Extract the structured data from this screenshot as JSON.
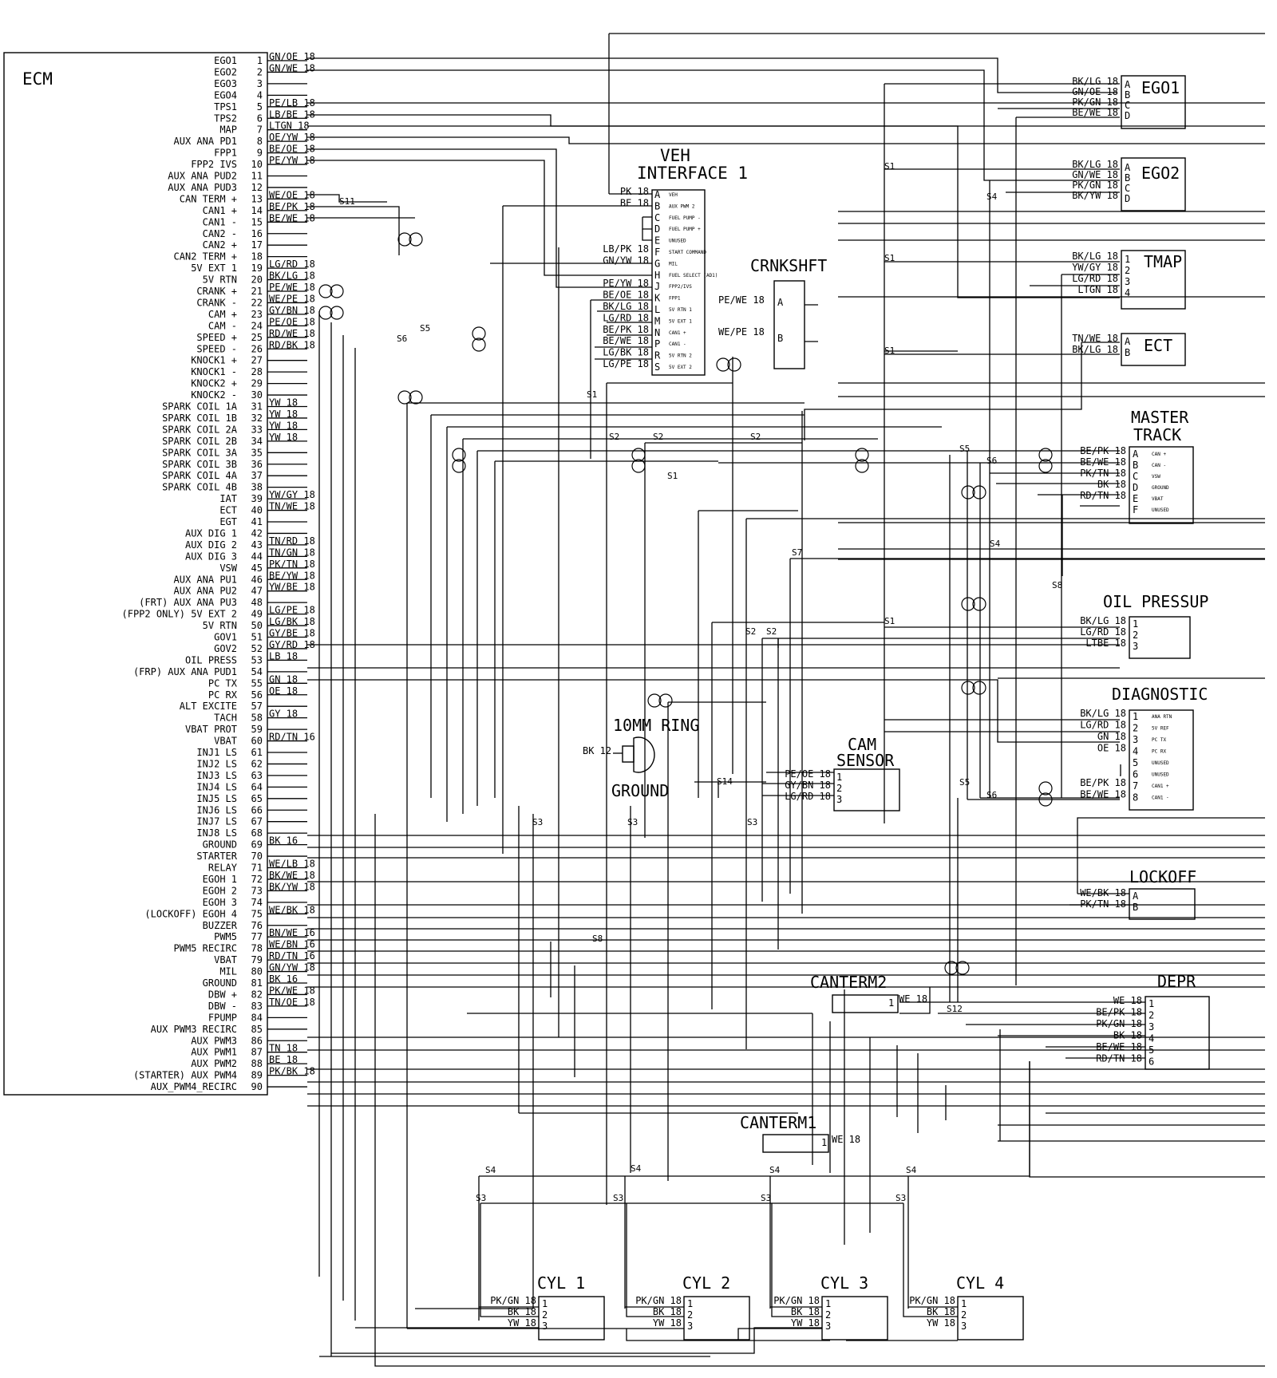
{
  "ecm": {
    "title": "ECM",
    "pins": [
      {
        "n": "1",
        "name": "EGO1",
        "wire": "GN/OE 18"
      },
      {
        "n": "2",
        "name": "EGO2",
        "wire": "GN/WE 18"
      },
      {
        "n": "3",
        "name": "EGO3",
        "wire": ""
      },
      {
        "n": "4",
        "name": "EGO4",
        "wire": ""
      },
      {
        "n": "5",
        "name": "TPS1",
        "wire": "PE/LB 18"
      },
      {
        "n": "6",
        "name": "TPS2",
        "wire": "LB/BE 18"
      },
      {
        "n": "7",
        "name": "MAP",
        "wire": "LTGN 18"
      },
      {
        "n": "8",
        "name": "AUX ANA PD1",
        "wire": "OE/YW 18"
      },
      {
        "n": "9",
        "name": "FPP1",
        "wire": "BE/OE 18"
      },
      {
        "n": "10",
        "name": "FPP2 IVS",
        "wire": "PE/YW 18"
      },
      {
        "n": "11",
        "name": "AUX ANA PUD2",
        "wire": ""
      },
      {
        "n": "12",
        "name": "AUX ANA PUD3",
        "wire": ""
      },
      {
        "n": "13",
        "name": "CAN TERM +",
        "wire": "WE/OE 18"
      },
      {
        "n": "14",
        "name": "CAN1 +",
        "wire": "BE/PK 18"
      },
      {
        "n": "15",
        "name": "CAN1 -",
        "wire": "BE/WE 18"
      },
      {
        "n": "16",
        "name": "CAN2 -",
        "wire": ""
      },
      {
        "n": "17",
        "name": "CAN2 +",
        "wire": ""
      },
      {
        "n": "18",
        "name": "CAN2 TERM +",
        "wire": ""
      },
      {
        "n": "19",
        "name": "5V EXT 1",
        "wire": "LG/RD 18"
      },
      {
        "n": "20",
        "name": "5V RTN",
        "wire": "BK/LG 18"
      },
      {
        "n": "21",
        "name": "CRANK +",
        "wire": "PE/WE 18"
      },
      {
        "n": "22",
        "name": "CRANK -",
        "wire": "WE/PE 18"
      },
      {
        "n": "23",
        "name": "CAM +",
        "wire": "GY/BN 18"
      },
      {
        "n": "24",
        "name": "CAM -",
        "wire": "PE/OE 18"
      },
      {
        "n": "25",
        "name": "SPEED +",
        "wire": "RD/WE 18"
      },
      {
        "n": "26",
        "name": "SPEED -",
        "wire": "RD/BK 18"
      },
      {
        "n": "27",
        "name": "KNOCK1 +",
        "wire": ""
      },
      {
        "n": "28",
        "name": "KNOCK1 -",
        "wire": ""
      },
      {
        "n": "29",
        "name": "KNOCK2 +",
        "wire": ""
      },
      {
        "n": "30",
        "name": "KNOCK2 -",
        "wire": ""
      },
      {
        "n": "31",
        "name": "SPARK COIL 1A",
        "wire": "YW 18"
      },
      {
        "n": "32",
        "name": "SPARK COIL 1B",
        "wire": "YW 18"
      },
      {
        "n": "33",
        "name": "SPARK COIL 2A",
        "wire": "YW 18"
      },
      {
        "n": "34",
        "name": "SPARK COIL 2B",
        "wire": "YW 18"
      },
      {
        "n": "35",
        "name": "SPARK COIL 3A",
        "wire": ""
      },
      {
        "n": "36",
        "name": "SPARK COIL 3B",
        "wire": ""
      },
      {
        "n": "37",
        "name": "SPARK COIL 4A",
        "wire": ""
      },
      {
        "n": "38",
        "name": "SPARK COIL 4B",
        "wire": ""
      },
      {
        "n": "39",
        "name": "IAT",
        "wire": "YW/GY 18"
      },
      {
        "n": "40",
        "name": "ECT",
        "wire": "TN/WE 18"
      },
      {
        "n": "41",
        "name": "EGT",
        "wire": ""
      },
      {
        "n": "42",
        "name": "AUX DIG 1",
        "wire": ""
      },
      {
        "n": "43",
        "name": "AUX DIG 2",
        "wire": "TN/RD 18"
      },
      {
        "n": "44",
        "name": "AUX DIG 3",
        "wire": "TN/GN 18"
      },
      {
        "n": "45",
        "name": "VSW",
        "wire": "PK/TN 18"
      },
      {
        "n": "46",
        "name": "AUX ANA PU1",
        "wire": "BE/YW 18"
      },
      {
        "n": "47",
        "name": "AUX ANA PU2",
        "wire": "YW/BE 18"
      },
      {
        "n": "48",
        "name": "(FRT) AUX ANA PU3",
        "wire": ""
      },
      {
        "n": "49",
        "name": "(FPP2 ONLY) 5V EXT 2",
        "wire": "LG/PE 18"
      },
      {
        "n": "50",
        "name": "5V RTN",
        "wire": "LG/BK 18"
      },
      {
        "n": "51",
        "name": "GOV1",
        "wire": "GY/BE 18"
      },
      {
        "n": "52",
        "name": "GOV2",
        "wire": "GY/RD 18"
      },
      {
        "n": "53",
        "name": "OIL PRESS",
        "wire": "LB 18"
      },
      {
        "n": "54",
        "name": "(FRP) AUX ANA PUD1",
        "wire": ""
      },
      {
        "n": "55",
        "name": "PC TX",
        "wire": "GN 18"
      },
      {
        "n": "56",
        "name": "PC RX",
        "wire": "OE 18"
      },
      {
        "n": "57",
        "name": "ALT EXCITE",
        "wire": ""
      },
      {
        "n": "58",
        "name": "TACH",
        "wire": "GY 18"
      },
      {
        "n": "59",
        "name": "VBAT PROT",
        "wire": ""
      },
      {
        "n": "60",
        "name": "VBAT",
        "wire": "RD/TN 16"
      },
      {
        "n": "61",
        "name": "INJ1 LS",
        "wire": ""
      },
      {
        "n": "62",
        "name": "INJ2 LS",
        "wire": ""
      },
      {
        "n": "63",
        "name": "INJ3 LS",
        "wire": ""
      },
      {
        "n": "64",
        "name": "INJ4 LS",
        "wire": ""
      },
      {
        "n": "65",
        "name": "INJ5 LS",
        "wire": ""
      },
      {
        "n": "66",
        "name": "INJ6 LS",
        "wire": ""
      },
      {
        "n": "67",
        "name": "INJ7 LS",
        "wire": ""
      },
      {
        "n": "68",
        "name": "INJ8 LS",
        "wire": ""
      },
      {
        "n": "69",
        "name": "GROUND",
        "wire": "BK 16"
      },
      {
        "n": "70",
        "name": "STARTER",
        "wire": ""
      },
      {
        "n": "71",
        "name": "RELAY",
        "wire": "WE/LB 18"
      },
      {
        "n": "72",
        "name": "EGOH 1",
        "wire": "BK/WE 18"
      },
      {
        "n": "73",
        "name": "EGOH 2",
        "wire": "BK/YW 18"
      },
      {
        "n": "74",
        "name": "EGOH 3",
        "wire": ""
      },
      {
        "n": "75",
        "name": "(LOCKOFF) EGOH 4",
        "wire": "WE/BK 18"
      },
      {
        "n": "76",
        "name": "BUZZER",
        "wire": ""
      },
      {
        "n": "77",
        "name": "PWM5",
        "wire": "BN/WE 16"
      },
      {
        "n": "78",
        "name": "PWM5 RECIRC",
        "wire": "WE/BN 16"
      },
      {
        "n": "79",
        "name": "VBAT",
        "wire": "RD/TN 16"
      },
      {
        "n": "80",
        "name": "MIL",
        "wire": "GN/YW 18"
      },
      {
        "n": "81",
        "name": "GROUND",
        "wire": "BK 16"
      },
      {
        "n": "82",
        "name": "DBW +",
        "wire": "PK/WE 18"
      },
      {
        "n": "83",
        "name": "DBW -",
        "wire": "TN/OE 18"
      },
      {
        "n": "84",
        "name": "FPUMP",
        "wire": ""
      },
      {
        "n": "85",
        "name": "AUX PWM3 RECIRC",
        "wire": ""
      },
      {
        "n": "86",
        "name": "AUX PWM3",
        "wire": ""
      },
      {
        "n": "87",
        "name": "AUX PWM1",
        "wire": "TN 18"
      },
      {
        "n": "88",
        "name": "AUX PWM2",
        "wire": "BE 18"
      },
      {
        "n": "89",
        "name": "(STARTER) AUX PWM4",
        "wire": "PK/BK 18"
      },
      {
        "n": "90",
        "name": "AUX_PWM4_RECIRC",
        "wire": ""
      }
    ]
  },
  "veh_interface": {
    "title1": "VEH",
    "title2": "INTERFACE 1",
    "pins": [
      {
        "letter": "A",
        "wire": "PK 18",
        "func": "VEH"
      },
      {
        "letter": "B",
        "wire": "BE 18",
        "func": "AUX PWM 2"
      },
      {
        "letter": "C",
        "wire": "",
        "func": "FUEL PUMP -"
      },
      {
        "letter": "D",
        "wire": "",
        "func": "FUEL PUMP +"
      },
      {
        "letter": "E",
        "wire": "",
        "func": "UNUSED"
      },
      {
        "letter": "F",
        "wire": "LB/PK 18",
        "func": "START COMMAND"
      },
      {
        "letter": "G",
        "wire": "GN/YW 18",
        "func": "MIL"
      },
      {
        "letter": "H",
        "wire": "",
        "func": "FUEL SELECT (AD1)"
      },
      {
        "letter": "J",
        "wire": "PE/YW 18",
        "func": "FPP2/IVS"
      },
      {
        "letter": "K",
        "wire": "BE/OE 18",
        "func": "FPP1"
      },
      {
        "letter": "L",
        "wire": "BK/LG 18",
        "func": "5V RTN 1"
      },
      {
        "letter": "M",
        "wire": "LG/RD 18",
        "func": "5V EXT 1"
      },
      {
        "letter": "N",
        "wire": "BE/PK 18",
        "func": "CAN1 +"
      },
      {
        "letter": "P",
        "wire": "BE/WE 18",
        "func": "CAN1 -"
      },
      {
        "letter": "R",
        "wire": "LG/BK 18",
        "func": "5V RTN 2"
      },
      {
        "letter": "S",
        "wire": "LG/PE 18",
        "func": "5V EXT 2"
      }
    ]
  },
  "crnkshft": {
    "title": "CRNKSHFT",
    "pins": [
      {
        "letter": "A",
        "wire": "PE/WE 18"
      },
      {
        "letter": "B",
        "wire": "WE/PE 18"
      }
    ]
  },
  "ego1": {
    "title": "EGO1",
    "pins": [
      {
        "letter": "A",
        "wire": "BK/LG 18"
      },
      {
        "letter": "B",
        "wire": "GN/OE 18"
      },
      {
        "letter": "C",
        "wire": "PK/GN 18"
      },
      {
        "letter": "D",
        "wire": "BE/WE 18"
      }
    ]
  },
  "ego2": {
    "title": "EGO2",
    "pins": [
      {
        "letter": "A",
        "wire": "BK/LG 18"
      },
      {
        "letter": "B",
        "wire": "GN/WE 18"
      },
      {
        "letter": "C",
        "wire": "PK/GN 18"
      },
      {
        "letter": "D",
        "wire": "BK/YW 18"
      }
    ]
  },
  "tmap": {
    "title": "TMAP",
    "pins": [
      {
        "letter": "1",
        "wire": "BK/LG 18"
      },
      {
        "letter": "2",
        "wire": "YW/GY 18"
      },
      {
        "letter": "3",
        "wire": "LG/RD 18"
      },
      {
        "letter": "4",
        "wire": "LTGN 18"
      }
    ]
  },
  "ect": {
    "title": "ECT",
    "pins": [
      {
        "letter": "A",
        "wire": "TN/WE 18"
      },
      {
        "letter": "B",
        "wire": "BK/LG 18"
      }
    ]
  },
  "master_track": {
    "title1": "MASTER",
    "title2": "TRACK",
    "pins": [
      {
        "letter": "A",
        "wire": "BE/PK 18",
        "func": "CAN +"
      },
      {
        "letter": "B",
        "wire": "BE/WE 18",
        "func": "CAN -"
      },
      {
        "letter": "C",
        "wire": "PK/TN 18",
        "func": "VSW"
      },
      {
        "letter": "D",
        "wire": "BK 18",
        "func": "GROUND"
      },
      {
        "letter": "E",
        "wire": "RD/TN 18",
        "func": "VBAT"
      },
      {
        "letter": "F",
        "wire": "",
        "func": "UNUSED"
      }
    ]
  },
  "oil_pressure": {
    "title": "OIL PRESSUP",
    "pins": [
      {
        "letter": "1",
        "wire": "BK/LG 18"
      },
      {
        "letter": "2",
        "wire": "LG/RD 18"
      },
      {
        "letter": "3",
        "wire": "LTBE 18"
      }
    ]
  },
  "diagnostic": {
    "title": "DIAGNOSTIC",
    "pins": [
      {
        "letter": "1",
        "wire": "BK/LG 18",
        "func": "ANA RTN"
      },
      {
        "letter": "2",
        "wire": "LG/RD 18",
        "func": "5V REF"
      },
      {
        "letter": "3",
        "wire": "GN 18",
        "func": "PC TX"
      },
      {
        "letter": "4",
        "wire": "OE 18",
        "func": "PC RX"
      },
      {
        "letter": "5",
        "wire": "",
        "func": "UNUSED"
      },
      {
        "letter": "6",
        "wire": "",
        "func": "UNUSED"
      },
      {
        "letter": "7",
        "wire": "BE/PK 18",
        "func": "CAN1 +"
      },
      {
        "letter": "8",
        "wire": "BE/WE 18",
        "func": "CAN1 -"
      }
    ]
  },
  "cam_sensor": {
    "title1": "CAM",
    "title2": "SENSOR",
    "pins": [
      {
        "letter": "1",
        "wire": "PE/OE 18"
      },
      {
        "letter": "2",
        "wire": "GY/BN 18"
      },
      {
        "letter": "3",
        "wire": "LG/RD 18"
      }
    ]
  },
  "ground_ring": {
    "title1": "10MM RING",
    "title2": "GROUND",
    "wire": "BK 12"
  },
  "lockoff": {
    "title": "LOCKOFF",
    "pins": [
      {
        "letter": "A",
        "wire": "WE/BK 18"
      },
      {
        "letter": "B",
        "wire": "PK/TN 18"
      }
    ]
  },
  "canterm2": {
    "title": "CANTERM2",
    "pin": "1",
    "wire": "WE 18"
  },
  "canterm1": {
    "title": "CANTERM1",
    "pin": "1",
    "wire": "WE 18"
  },
  "depr": {
    "title": "DEPR",
    "pins": [
      {
        "letter": "1",
        "wire": "WE 18"
      },
      {
        "letter": "2",
        "wire": "BE/PK 18"
      },
      {
        "letter": "3",
        "wire": "PK/GN 18"
      },
      {
        "letter": "4",
        "wire": "BK 18"
      },
      {
        "letter": "5",
        "wire": "BE/WE 18"
      },
      {
        "letter": "6",
        "wire": "RD/TN 18"
      }
    ]
  },
  "cylinders": [
    {
      "title": "CYL 1",
      "pins": [
        {
          "letter": "1",
          "wire": "PK/GN 18"
        },
        {
          "letter": "2",
          "wire": "BK 18"
        },
        {
          "letter": "3",
          "wire": "YW 18"
        }
      ]
    },
    {
      "title": "CYL 2",
      "pins": [
        {
          "letter": "1",
          "wire": "PK/GN 18"
        },
        {
          "letter": "2",
          "wire": "BK 18"
        },
        {
          "letter": "3",
          "wire": "YW 18"
        }
      ]
    },
    {
      "title": "CYL 3",
      "pins": [
        {
          "letter": "1",
          "wire": "PK/GN 18"
        },
        {
          "letter": "2",
          "wire": "BK 18"
        },
        {
          "letter": "3",
          "wire": "YW 18"
        }
      ]
    },
    {
      "title": "CYL 4",
      "pins": [
        {
          "letter": "1",
          "wire": "PK/GN 18"
        },
        {
          "letter": "2",
          "wire": "BK 18"
        },
        {
          "letter": "3",
          "wire": "YW 18"
        }
      ]
    }
  ],
  "splices": {
    "s1": "S1",
    "s2": "S2",
    "s3": "S3",
    "s4": "S4",
    "s5": "S5",
    "s6": "S6",
    "s7": "S7",
    "s8": "S8",
    "s11": "S11",
    "s12": "S12",
    "s14": "S14"
  }
}
